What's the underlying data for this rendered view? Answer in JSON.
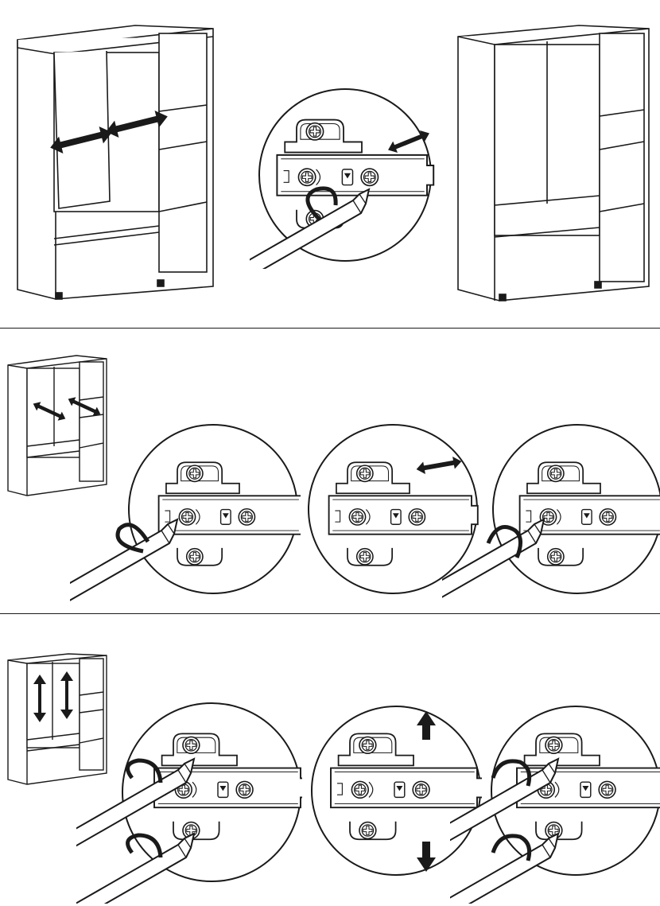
{
  "page": {
    "background": "#ffffff",
    "ink": "#1a1a1a"
  },
  "steps": [
    {
      "id": "step-1",
      "adjustment": "door-gap-sideways",
      "panels": 3
    },
    {
      "id": "step-2",
      "adjustment": "door-sideways",
      "panels": 4
    },
    {
      "id": "step-3",
      "adjustment": "door-height",
      "panels": 4
    }
  ],
  "icons": [
    "double-arrow-icon",
    "up-arrow-icon",
    "down-arrow-icon",
    "rotate-arrow-icon",
    "screwdriver-icon",
    "hinge-plate-icon"
  ]
}
